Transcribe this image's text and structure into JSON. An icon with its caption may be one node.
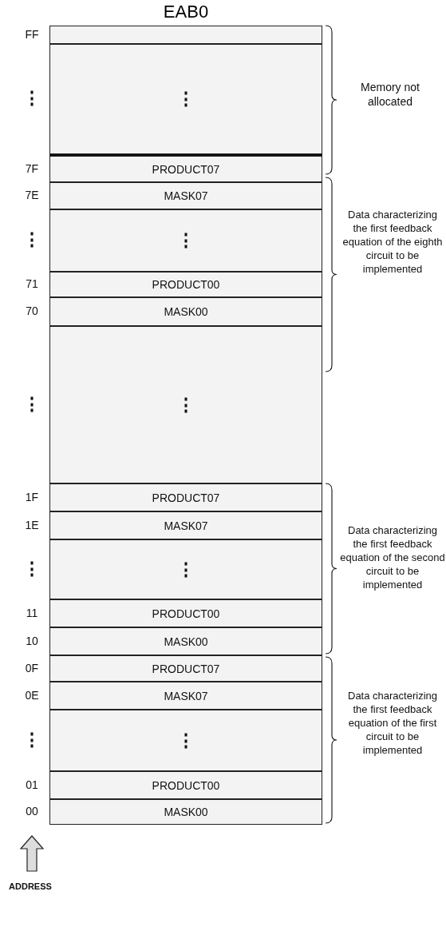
{
  "diagram": {
    "title": "EAB0",
    "nodes": [
      {
        "text": [],
        "shape": "box",
        "beside": [
          "FF"
        ]
      },
      {
        "text": [
          "⋮"
        ],
        "beside": [
          "⋮"
        ]
      },
      {
        "text": [
          "PRODUCT07"
        ],
        "beside": [
          "7F"
        ]
      },
      {
        "text": [
          "MASK07"
        ],
        "beside": [
          "7E"
        ]
      },
      {
        "text": [
          "⋮"
        ],
        "beside": [
          "⋮"
        ]
      },
      {
        "text": [
          "PRODUCT00"
        ],
        "beside": [
          "71"
        ]
      },
      {
        "text": [
          "MASK00"
        ],
        "beside": [
          "70"
        ]
      },
      {
        "text": [
          "⋮"
        ],
        "beside": [
          "⋮"
        ]
      },
      {
        "text": [
          "PRODUCT07"
        ],
        "beside": [
          "1F"
        ]
      },
      {
        "text": [
          "MASK07"
        ],
        "beside": [
          "1E"
        ]
      },
      {
        "text": [
          "⋮"
        ],
        "beside": [
          "⋮"
        ]
      },
      {
        "text": [
          "PRODUCT00"
        ],
        "beside": [
          "11"
        ]
      },
      {
        "text": [
          "MASK00"
        ],
        "beside": [
          "10"
        ]
      },
      {
        "text": [
          "PRODUCT07"
        ],
        "beside": [
          "0F"
        ]
      },
      {
        "text": [
          "MASK07"
        ],
        "beside": [
          "0E"
        ]
      },
      {
        "text": [
          "⋮"
        ],
        "beside": [
          "⋮"
        ]
      },
      {
        "text": [
          "PRODUCT00"
        ],
        "beside": [
          "01"
        ]
      },
      {
        "text": [
          "MASK00"
        ],
        "beside": [
          "00"
        ]
      }
    ],
    "labels": [
      "Memory not allocated",
      "Data characterizing the first feedback equation of the eighth circuit to be implemented",
      "Data characterizing the first feedback equation of the second circuit to be implemented",
      "Data characterizing the first feedback equation of the first circuit to be implemented",
      "ADDRESS"
    ]
  }
}
